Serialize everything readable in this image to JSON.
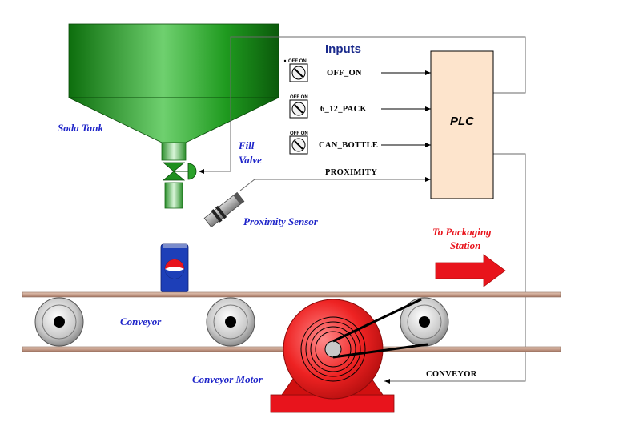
{
  "labels": {
    "soda_tank": "Soda Tank",
    "fill_valve_line1": "Fill",
    "fill_valve_line2": "Valve",
    "proximity_sensor": "Proximity Sensor",
    "conveyor": "Conveyor",
    "conveyor_motor": "Conveyor Motor",
    "to_packaging_line1": "To Packaging",
    "to_packaging_line2": "Station"
  },
  "inputs": {
    "heading": "Inputs",
    "switches": [
      {
        "tag": "OFF  ON",
        "signal": "OFF_ON"
      },
      {
        "tag": "OFF  ON",
        "signal": "6_12_PACK"
      },
      {
        "tag": "OFF  ON",
        "signal": "CAN_BOTTLE"
      }
    ],
    "proximity_signal": "PROXIMITY"
  },
  "plc": {
    "label": "PLC"
  },
  "outputs": {
    "conveyor_signal": "CONVEYOR"
  },
  "colors": {
    "tank_green": "#1f8f1f",
    "plc_fill": "#fde4cc",
    "motor_red": "#e8141c",
    "label_blue": "#1f25c9",
    "arrow_red": "#e8141c",
    "belt_rail": "#c9a08a"
  }
}
